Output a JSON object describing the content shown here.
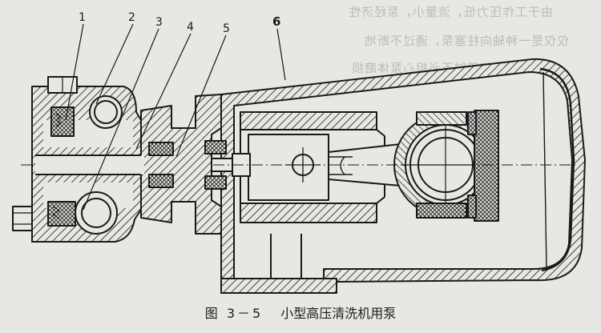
{
  "figure": {
    "figure_label": "图 3－5",
    "caption": "小型高压清洗机用泵",
    "part_numbers": [
      "1",
      "2",
      "3",
      "4",
      "5",
      "6"
    ]
  },
  "bleed_through_text": [
    "由于工作压力低，流量小，泵经济性",
    "仅仅是一种轴向柱塞泵，通过不断地",
    "，使用时不必担心泵体磨损"
  ],
  "colors": {
    "ink": "#1a1a1a",
    "paper": "#e9e7e3"
  }
}
